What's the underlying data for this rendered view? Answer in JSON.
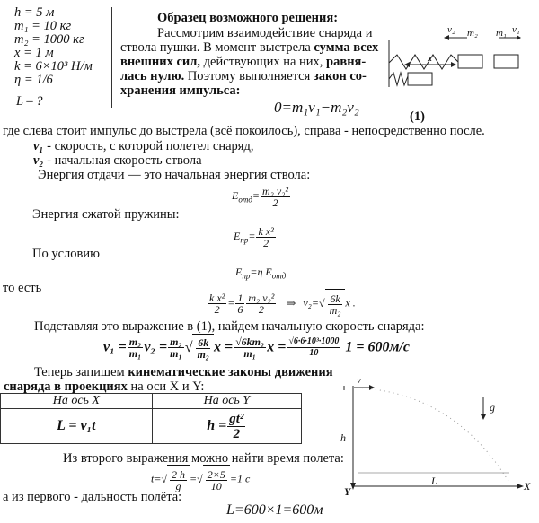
{
  "given": [
    "h = 5 м",
    "m₁ = 10 кг",
    "m₂ = 1000 кг",
    "x = 1 м",
    "k = 6×10³ Н/м",
    "η = 1/6"
  ],
  "find": "L – ?",
  "title": "Образец возможного решения:",
  "para1": [
    {
      "t": "Рассмотрим взаимодействие снаряда и"
    },
    {
      "t": "ствола пушки. В момент выстрела ",
      "b": "сумма всех"
    },
    {
      "b": "внешних сил,",
      "t": " действующих на них, ",
      "b2": "равня-"
    },
    {
      "b": "лась нулю.",
      "t": " Поэтому выполняется ",
      "b2": "закон со-"
    },
    {
      "b": "хранения импульса:"
    }
  ],
  "diagram": {
    "v2": "v₂",
    "m2": "m₂",
    "m1": "m₁",
    "v1": "v₁",
    "x": "x"
  },
  "eq1": "0=m₁v₁−m₂v₂",
  "eq1_num": "(1)",
  "line_where": "где слева стоит импульс до выстрела (всё покоилось), справа - непосредственно после.",
  "v1_def": {
    "sym": "v₁",
    "text": " - скорость, с которой полетел снаряд,"
  },
  "v2_def": {
    "sym": "v₂",
    "text": " - начальная скорость ствола"
  },
  "recoil_text": "Энергия отдачи — это начальная энергия ствола:",
  "e_otd": {
    "lhs": "E",
    "sub": "отд",
    "eq": "=",
    "num": "m₂ v₂²",
    "den": "2"
  },
  "spring_text": "Энергия сжатой пружины:",
  "e_pr": {
    "lhs": "E",
    "sub": "пр",
    "eq": "=",
    "num": "k x²",
    "den": "2"
  },
  "cond_text": "По условию",
  "cond_eq": {
    "a": "E",
    "as": "пр",
    "mid": "=η E",
    "bs": "отд"
  },
  "that_is": "то есть",
  "eq_kx": {
    "n1": "k x²",
    "d1": "2",
    "eq": "=",
    "n2": "1",
    "d2": "6",
    "n3": "m₂ v₂²",
    "d3": "2",
    "arrow": "⇒",
    "v2": "v₂=",
    "rn": "6k",
    "rd": "m₂",
    "x": "x ."
  },
  "subst_text": "Подставляя это   выражение в (1), найдем начальную скорость снаряда:",
  "v1_eq": {
    "a": "v₁ =",
    "f1n": "m₂",
    "f1d": "m₁",
    "b": "v₂ =",
    "f2n": "m₂",
    "f2d": "m₁",
    "rn": "6k",
    "rd": "m₂",
    "c": "x =",
    "f3n": "√6km₂",
    "f3d": "m₁",
    "d": "x =",
    "f4n": "√6·6·10³·1000",
    "f4d": "10",
    "e": "1 = 600м/с"
  },
  "kin1": {
    "t": "Теперь запишем ",
    "b": "кинематические законы движения"
  },
  "kin2": {
    "b": "снаряда   в проекциях",
    "t": " на оси X и Y:"
  },
  "table": {
    "h1": "На ось X",
    "h2": "На ось Y",
    "c1": "L = v₁t",
    "c2lhs": "h =",
    "c2n": "gt²",
    "c2d": "2"
  },
  "second_text": "Из второго выражения можно найти время полета:",
  "t_eq": {
    "a": "t=",
    "rn": "2 h",
    "rd": "g",
    "eq": "=",
    "rn2": "2×5",
    "rd2": "10",
    "res": "=1 с"
  },
  "first_text": "а из первого - дальность полёта:",
  "l_eq": "L=600×1=600м",
  "graph": {
    "v": "v",
    "g": "g",
    "h": "h",
    "y": "Y",
    "l": "L",
    "x": "X"
  }
}
